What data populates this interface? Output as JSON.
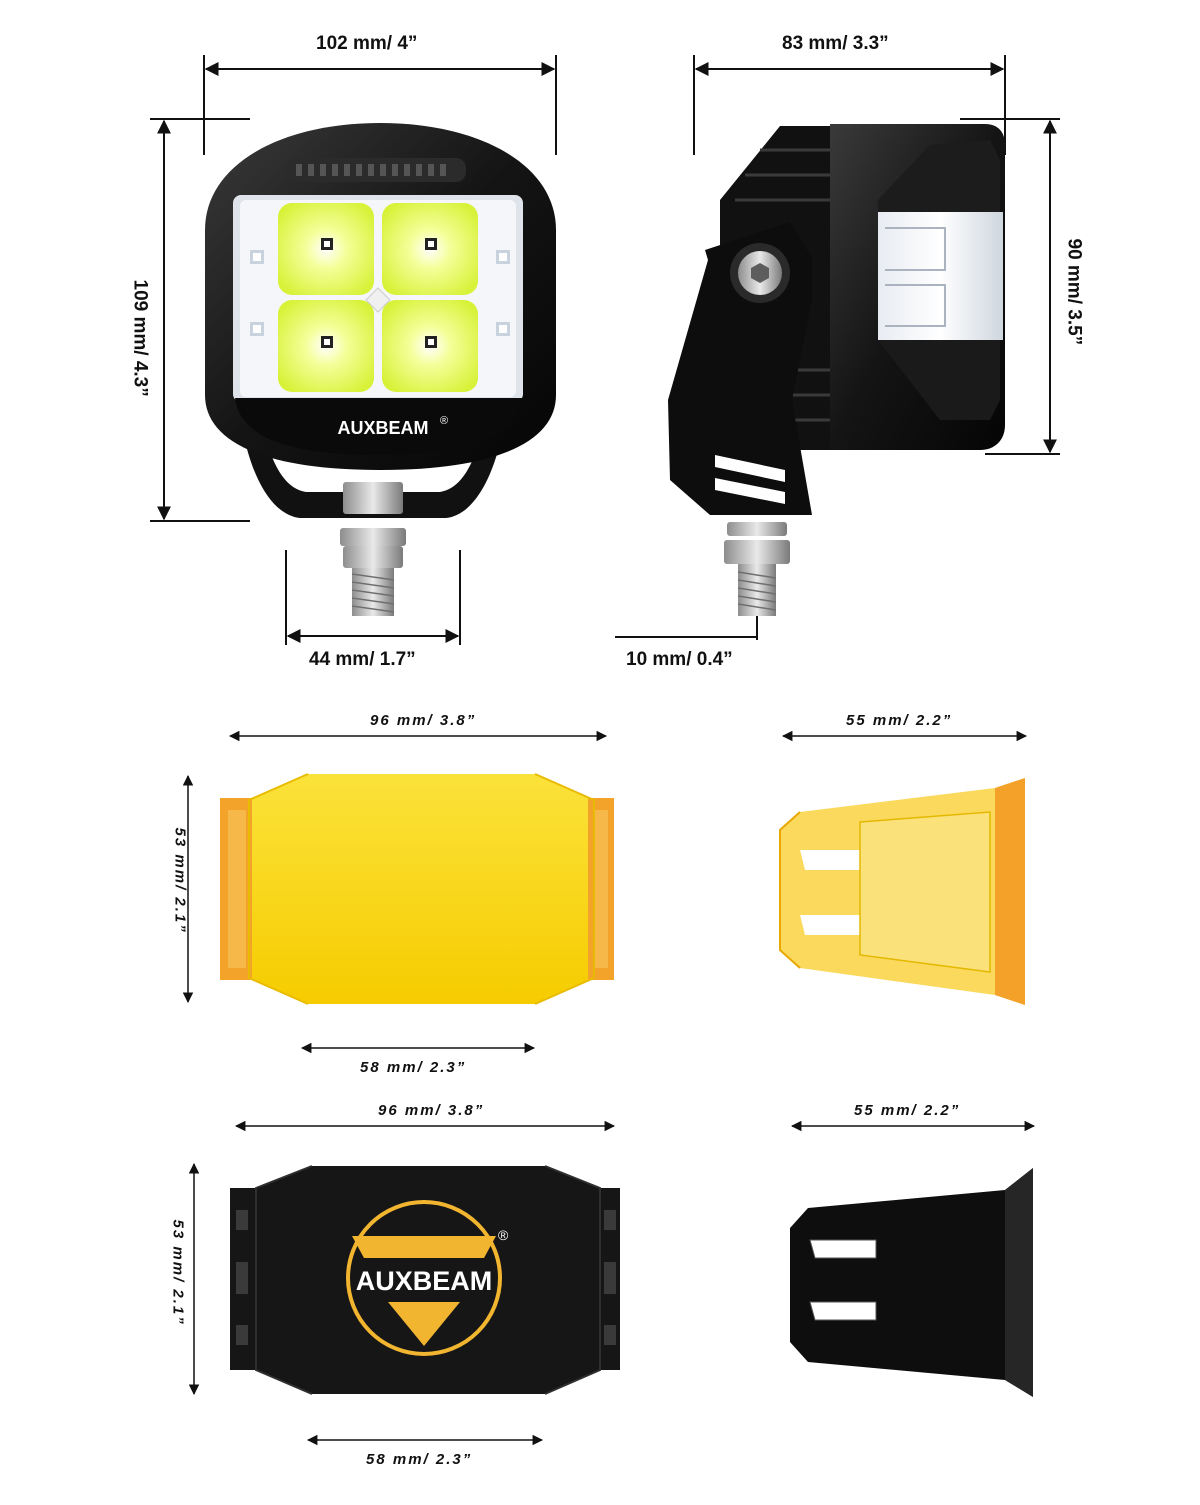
{
  "dimensions": {
    "light_width": "102 mm/ 4”",
    "light_height": "109 mm/ 4.3”",
    "bracket_width": "44 mm/ 1.7”",
    "light_depth": "83 mm/ 3.3”",
    "side_height": "90 mm/ 3.5”",
    "bolt_diameter": "10 mm/ 0.4”",
    "amber_cover_width": "96 mm/ 3.8”",
    "amber_cover_height": "53 mm/ 2.1”",
    "amber_cover_inner_width": "58 mm/ 2.3”",
    "amber_side_depth": "55 mm/ 2.2”",
    "black_cover_width": "96 mm/ 3.8”",
    "black_cover_height": "53 mm/ 2.1”",
    "black_cover_inner_width": "58 mm/ 2.3”",
    "black_side_depth": "55 mm/ 2.2”"
  },
  "brand": {
    "front_logo": "AUXBEAM",
    "cover_logo": "AUXBEAM",
    "registered_mark": "®"
  },
  "colors": {
    "amber": "#f5c400",
    "amber_edge": "#f29a1a",
    "housing": "#141414",
    "led": "#e9ff5a",
    "logo_gold": "#f2b530"
  }
}
